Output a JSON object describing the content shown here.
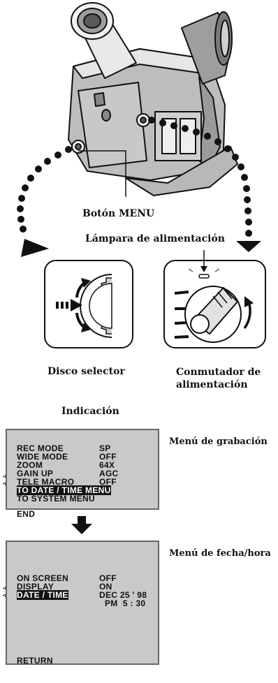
{
  "labels": {
    "menu_button": "Botón MENU",
    "power_lamp": "Lámpara de alimentación",
    "selector_dial": "Disco selector",
    "power_switch": "Conmutador de alimentación",
    "power_switch_line1": "Conmutador de",
    "power_switch_line2": "alimentación",
    "display": "Indicación"
  },
  "recording_menu": {
    "caption": "Menú de grabación",
    "rows": [
      {
        "key": "REC MODE",
        "value": "SP"
      },
      {
        "key": "WIDE MODE",
        "value": "OFF"
      },
      {
        "key": "ZOOM",
        "value": "64X"
      },
      {
        "key": "GAIN UP",
        "value": "AGC"
      },
      {
        "key": "TELE MACRO",
        "value": "OFF"
      },
      {
        "key": "TO DATE / TIME MENU",
        "value": ""
      },
      {
        "key": "TO SYSTEM MENU",
        "value": ""
      }
    ],
    "end": "END"
  },
  "datetime_menu": {
    "caption": "Menú de fecha/hora",
    "rows": [
      {
        "key": "ON SCREEN",
        "value": "OFF"
      },
      {
        "key": "DISPLAY",
        "value": "ON"
      },
      {
        "key": "DATE / TIME",
        "value": "DEC 25 ' 98"
      }
    ],
    "time": "PM  5 : 30",
    "return": "RETURN"
  }
}
